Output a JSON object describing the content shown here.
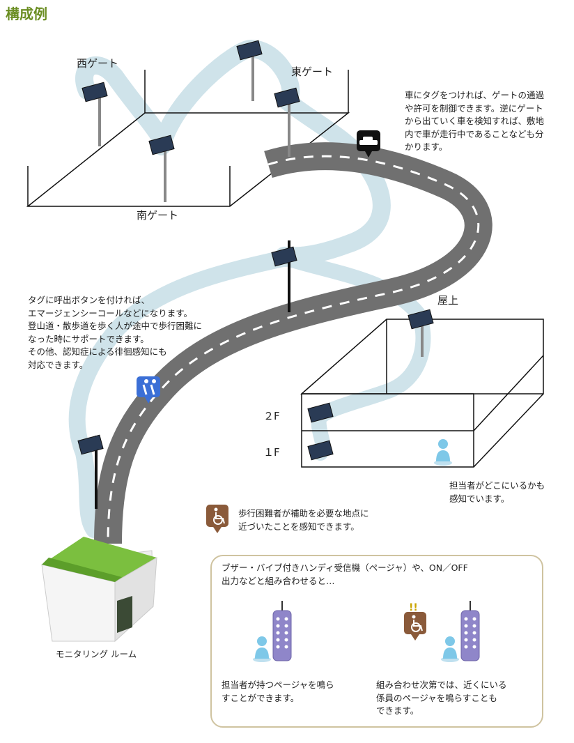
{
  "page_title": "構成例",
  "gates": {
    "west": "西ゲート",
    "east": "東ゲート",
    "south": "南ゲート"
  },
  "rooftop_label": "屋上",
  "floor_2f": "２F",
  "floor_1f": "１F",
  "monitoring_room": "モニタリング ルーム",
  "car_text": "車にタグをつければ、ゲートの通過\nや許可を制御できます。逆にゲート\nから出ていく車を検知すれば、敷地\n内で車が走行中であることなども分\nかります。",
  "emergency_text": "タグに呼出ボタンを付ければ、\nエマージェンシーコールなどになります。\n登山道・散歩道を歩く人が途中で歩行困難に\nなった時にサポートできます。\nその他、認知症による徘徊感知にも\n対応できます。",
  "staff_location_text": "担当者がどこにいるかも\n感知でいます。",
  "assist_text": "歩行困難者が補助を必要な地点に\n近づいたことを感知できます。",
  "pager_box": {
    "intro": "ブザー・バイブ付きハンディ受信機（ページャ）や、ON／OFF\n出力などと組み合わせると…",
    "left_caption": "担当者が持つページャを鳴ら\nすことができます。",
    "right_caption": "組み合わせ次第では、近くにいる\n係員のページャを鳴らすことも\nできます。",
    "alert_mark": "!!"
  },
  "colors": {
    "heading": "#6b8e23",
    "road": "#707070",
    "signal_path": "#cfe3ea",
    "roof": "#7bbf3f",
    "car_badge": "#111111",
    "elder_badge": "#3b6fd6",
    "wheelchair_badge": "#8a5a3a",
    "pager": "#8f86c9",
    "person": "#7ec8e8"
  },
  "icons": [
    "car-icon",
    "elderly-icon",
    "wheelchair-icon",
    "person-icon",
    "pager-icon",
    "solar-reader-icon",
    "house-icon"
  ]
}
